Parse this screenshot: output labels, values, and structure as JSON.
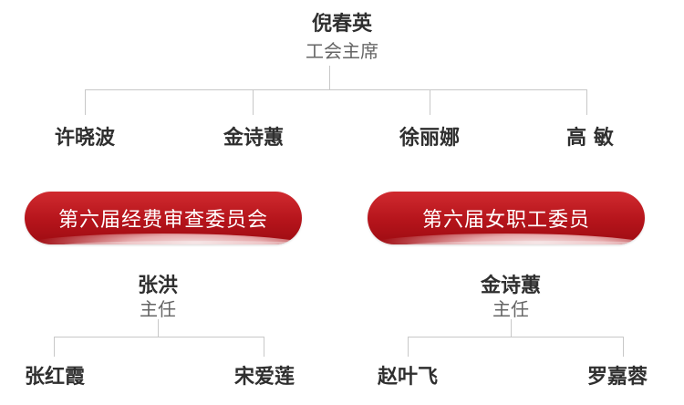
{
  "top": {
    "name": "倪春英",
    "role": "工会主席"
  },
  "level2": [
    "许晓波",
    "金诗蕙",
    "徐丽娜",
    "高 敏"
  ],
  "committees": [
    {
      "title": "第六届经费审查委员会",
      "head": {
        "name": "张洪",
        "role": "主任"
      },
      "members": [
        "张红霞",
        "宋爱莲"
      ]
    },
    {
      "title": "第六届女职工委员",
      "head": {
        "name": "金诗蕙",
        "role": "主任"
      },
      "members": [
        "赵叶飞",
        "罗嘉蓉"
      ]
    }
  ]
}
